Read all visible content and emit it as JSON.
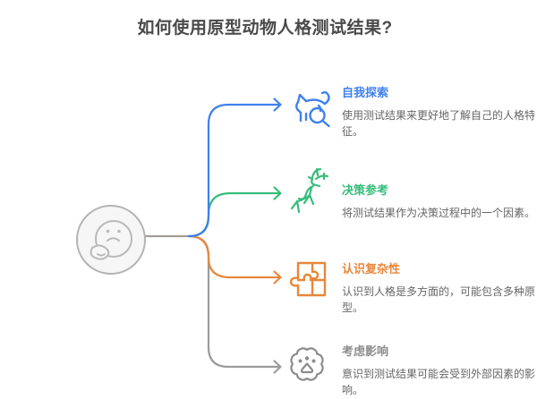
{
  "page": {
    "title": "如何使用原型动物人格测试结果?"
  },
  "colors": {
    "blue": "#4080EE",
    "green": "#36BC7A",
    "orange": "#E8873C",
    "gray": "#9C9C9C",
    "trunk_gray": "#A59E98",
    "node_fill": "#F6F6F7",
    "node_border": "#B3B3B3",
    "node_icon": "#B9B9B9",
    "title_text": "#4A4A4A",
    "desc_text": "#666666"
  },
  "center": {
    "icon": "thinking-face-icon"
  },
  "items": [
    {
      "title": "自我探索",
      "description": "使用测试结果来更好地了解自己的人格特征。",
      "title_color": "#4080EE",
      "icon": "cat-magnifier-icon"
    },
    {
      "title": "决策参考",
      "description": "将测试结果作为决策过程中的一个因素。",
      "title_color": "#36BC7A",
      "icon": "deer-icon"
    },
    {
      "title": "认识复杂性",
      "description": "认识到人格是多方面的，可能包含多种原型。",
      "title_color": "#E8873C",
      "icon": "puzzle-icon"
    },
    {
      "title": "考虑影响",
      "description": "意识到测试结果可能会受到外部因素的影响。",
      "title_color": "#8C8C8C",
      "icon": "paw-badge-icon"
    }
  ]
}
